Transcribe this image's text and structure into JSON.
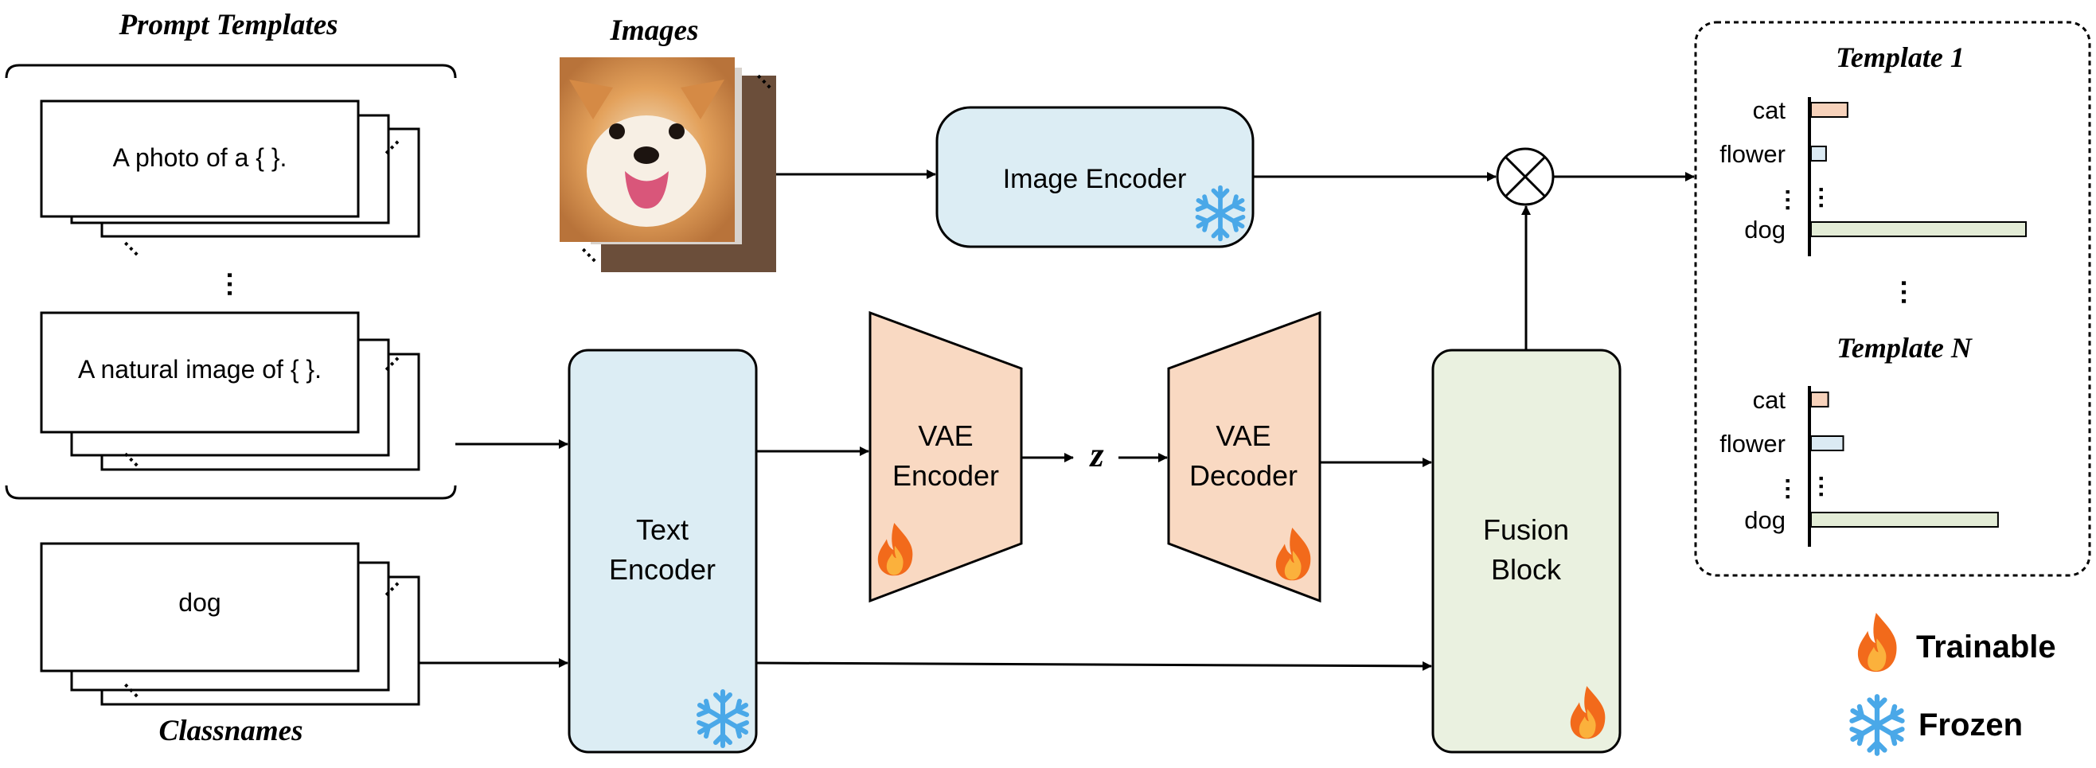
{
  "headings": {
    "prompt_templates": "Prompt Templates",
    "images": "Images",
    "classnames": "Classnames"
  },
  "prompts": [
    "A photo of a { }.",
    "A natural image of { }."
  ],
  "classname": "dog",
  "blocks": {
    "image_encoder": "Image Encoder",
    "text_encoder_line1": "Text",
    "text_encoder_line2": "Encoder",
    "vae_encoder_line1": "VAE",
    "vae_encoder_line2": "Encoder",
    "vae_decoder_line1": "VAE",
    "vae_decoder_line2": "Decoder",
    "fusion_line1": "Fusion",
    "fusion_line2": "Block",
    "latent": "z"
  },
  "outputs": [
    {
      "title": "Template 1",
      "rows": [
        {
          "label": "cat",
          "value": 0.17,
          "color": "#f7d2bb"
        },
        {
          "label": "flower",
          "value": 0.07,
          "color": "#dbeaf3"
        },
        {
          "label": "dog",
          "value": 1.0,
          "color": "#e3ecd6"
        }
      ]
    },
    {
      "title": "Template N",
      "rows": [
        {
          "label": "cat",
          "value": 0.08,
          "color": "#f7d2bb"
        },
        {
          "label": "flower",
          "value": 0.15,
          "color": "#dbeaf3"
        },
        {
          "label": "dog",
          "value": 0.87,
          "color": "#e3ecd6"
        }
      ]
    }
  ],
  "legend": {
    "trainable": "Trainable",
    "frozen": "Frozen"
  },
  "colors": {
    "frozen_block": "#dcedf4",
    "vae_block": "#f9d9c2",
    "fusion_block": "#eaf1e0",
    "fire": "#f26a1b",
    "snow": "#4aa8e8"
  }
}
